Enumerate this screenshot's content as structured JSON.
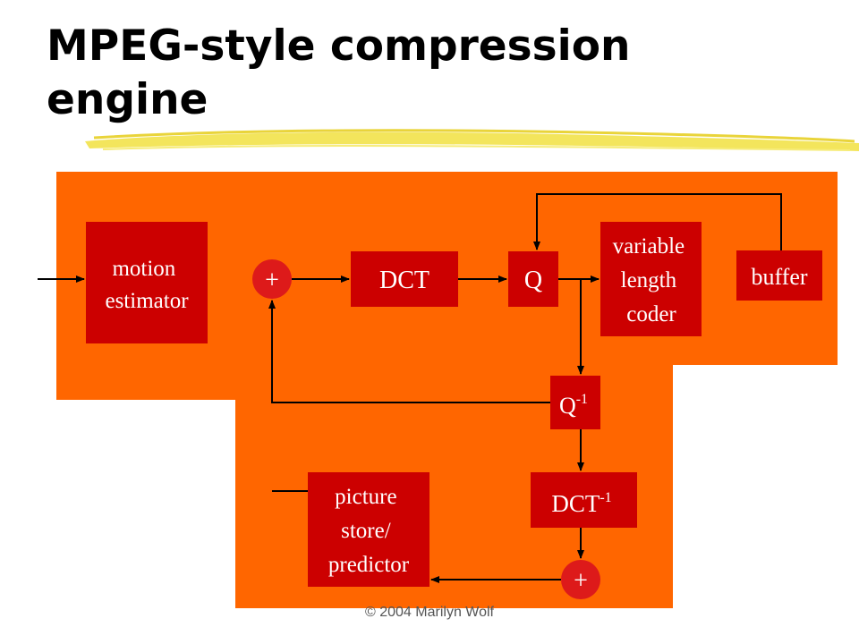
{
  "slide": {
    "title_line1": "MPEG-style compression",
    "title_line2": "engine",
    "footer": "© 2004 Marilyn Wolf"
  },
  "blocks": {
    "motion_estimator": [
      "motion",
      "estimator"
    ],
    "adder_top": "+",
    "dct": "DCT",
    "quantizer": "Q",
    "vlc": [
      "variable",
      "length",
      "coder"
    ],
    "buffer": "buffer",
    "inverse_q": {
      "base": "Q",
      "sup": "-1"
    },
    "inverse_dct": {
      "base": "DCT",
      "sup": "-1"
    },
    "adder_bottom": "+",
    "picture_store": [
      "picture",
      "store/",
      "predictor"
    ]
  },
  "colors": {
    "region_orange": "#ff6600",
    "block_red": "#cc0000",
    "adder_red": "#dd1a1a",
    "arrow": "#000000",
    "highlighter": "#f2e24a"
  }
}
